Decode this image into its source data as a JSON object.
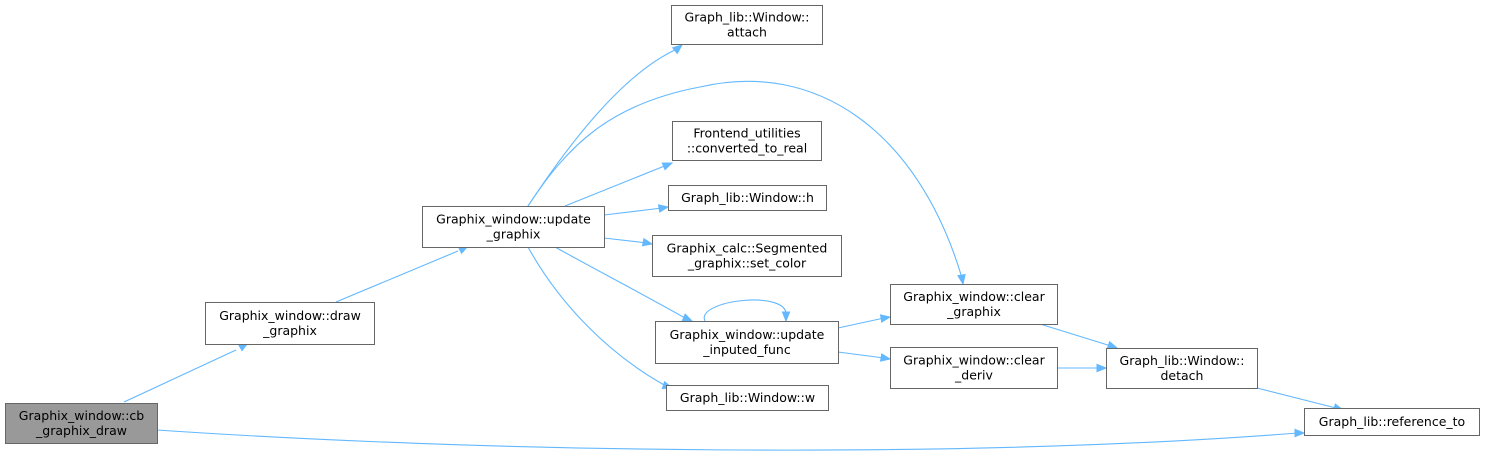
{
  "colors": {
    "edge": "#63b8ff",
    "node_border": "#666666",
    "node_fill": "#ffffff",
    "highlight_fill": "#999999"
  },
  "nodes": {
    "cb_graphix_draw": {
      "lines": [
        "Graphix_window::cb",
        "_graphix_draw"
      ],
      "highlight": true
    },
    "draw_graphix": {
      "lines": [
        "Graphix_window::draw",
        "_graphix"
      ]
    },
    "update_graphix": {
      "lines": [
        "Graphix_window::update",
        "_graphix"
      ]
    },
    "attach": {
      "lines": [
        "Graph_lib::Window::",
        "attach"
      ]
    },
    "converted_to_real": {
      "lines": [
        "Frontend_utilities",
        "::converted_to_real"
      ]
    },
    "window_h": {
      "lines": [
        "Graph_lib::Window::h"
      ]
    },
    "set_color": {
      "lines": [
        "Graphix_calc::Segmented",
        "_graphix::set_color"
      ]
    },
    "update_inputed_func": {
      "lines": [
        "Graphix_window::update",
        "_inputed_func"
      ]
    },
    "window_w": {
      "lines": [
        "Graph_lib::Window::w"
      ]
    },
    "clear_graphix": {
      "lines": [
        "Graphix_window::clear",
        "_graphix"
      ]
    },
    "clear_deriv": {
      "lines": [
        "Graphix_window::clear",
        "_deriv"
      ]
    },
    "detach": {
      "lines": [
        "Graph_lib::Window::",
        "detach"
      ]
    },
    "reference_to": {
      "lines": [
        "Graph_lib::reference_to"
      ]
    }
  },
  "edges": [
    [
      "cb_graphix_draw",
      "draw_graphix"
    ],
    [
      "cb_graphix_draw",
      "reference_to"
    ],
    [
      "draw_graphix",
      "update_graphix"
    ],
    [
      "update_graphix",
      "attach"
    ],
    [
      "update_graphix",
      "clear_graphix"
    ],
    [
      "update_graphix",
      "converted_to_real"
    ],
    [
      "update_graphix",
      "window_h"
    ],
    [
      "update_graphix",
      "set_color"
    ],
    [
      "update_graphix",
      "update_inputed_func"
    ],
    [
      "update_graphix",
      "window_w"
    ],
    [
      "update_inputed_func",
      "update_inputed_func"
    ],
    [
      "update_inputed_func",
      "clear_graphix"
    ],
    [
      "update_inputed_func",
      "clear_deriv"
    ],
    [
      "clear_graphix",
      "detach"
    ],
    [
      "clear_deriv",
      "detach"
    ],
    [
      "detach",
      "reference_to"
    ]
  ]
}
